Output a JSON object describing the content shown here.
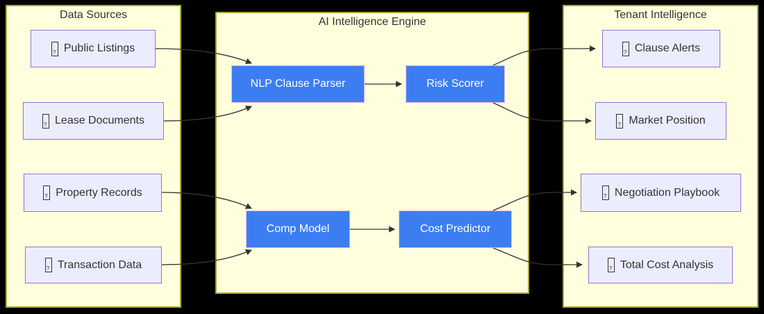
{
  "diagram": {
    "type": "flowchart",
    "background_color": "#000000",
    "edge_color": "#333333",
    "panel_fill": "#ffffde",
    "panel_border": "#aaaa33",
    "source_node_fill": "#ececff",
    "source_node_border": "#9370db",
    "process_node_fill": "#3c7ef2",
    "process_node_text": "#ffffff",
    "panels": [
      {
        "id": "data-sources",
        "title": "Data Sources",
        "nodes": [
          {
            "id": "public-listings",
            "label": "Public Listings",
            "icon": "missing-glyph-icon"
          },
          {
            "id": "lease-documents",
            "label": "Lease Documents",
            "icon": "missing-glyph-icon"
          },
          {
            "id": "property-records",
            "label": "Property Records",
            "icon": "missing-glyph-icon"
          },
          {
            "id": "transaction-data",
            "label": "Transaction Data",
            "icon": "missing-glyph-icon"
          }
        ]
      },
      {
        "id": "ai-engine",
        "title": "AI Intelligence Engine",
        "nodes": [
          {
            "id": "nlp-clause-parser",
            "label": "NLP Clause Parser"
          },
          {
            "id": "risk-scorer",
            "label": "Risk Scorer"
          },
          {
            "id": "comp-model",
            "label": "Comp Model"
          },
          {
            "id": "cost-predictor",
            "label": "Cost Predictor"
          }
        ]
      },
      {
        "id": "tenant-intelligence",
        "title": "Tenant Intelligence",
        "nodes": [
          {
            "id": "clause-alerts",
            "label": "Clause Alerts",
            "icon": "missing-glyph-icon"
          },
          {
            "id": "market-position",
            "label": "Market Position",
            "icon": "missing-glyph-icon"
          },
          {
            "id": "negotiation-playbook",
            "label": "Negotiation Playbook",
            "icon": "missing-glyph-icon"
          },
          {
            "id": "total-cost-analysis",
            "label": "Total Cost Analysis",
            "icon": "missing-glyph-icon"
          }
        ]
      }
    ],
    "edges": [
      {
        "from": "public-listings",
        "to": "nlp-clause-parser"
      },
      {
        "from": "lease-documents",
        "to": "nlp-clause-parser"
      },
      {
        "from": "nlp-clause-parser",
        "to": "risk-scorer"
      },
      {
        "from": "risk-scorer",
        "to": "clause-alerts"
      },
      {
        "from": "risk-scorer",
        "to": "market-position"
      },
      {
        "from": "property-records",
        "to": "comp-model"
      },
      {
        "from": "transaction-data",
        "to": "comp-model"
      },
      {
        "from": "comp-model",
        "to": "cost-predictor"
      },
      {
        "from": "cost-predictor",
        "to": "negotiation-playbook"
      },
      {
        "from": "cost-predictor",
        "to": "total-cost-analysis"
      }
    ]
  }
}
